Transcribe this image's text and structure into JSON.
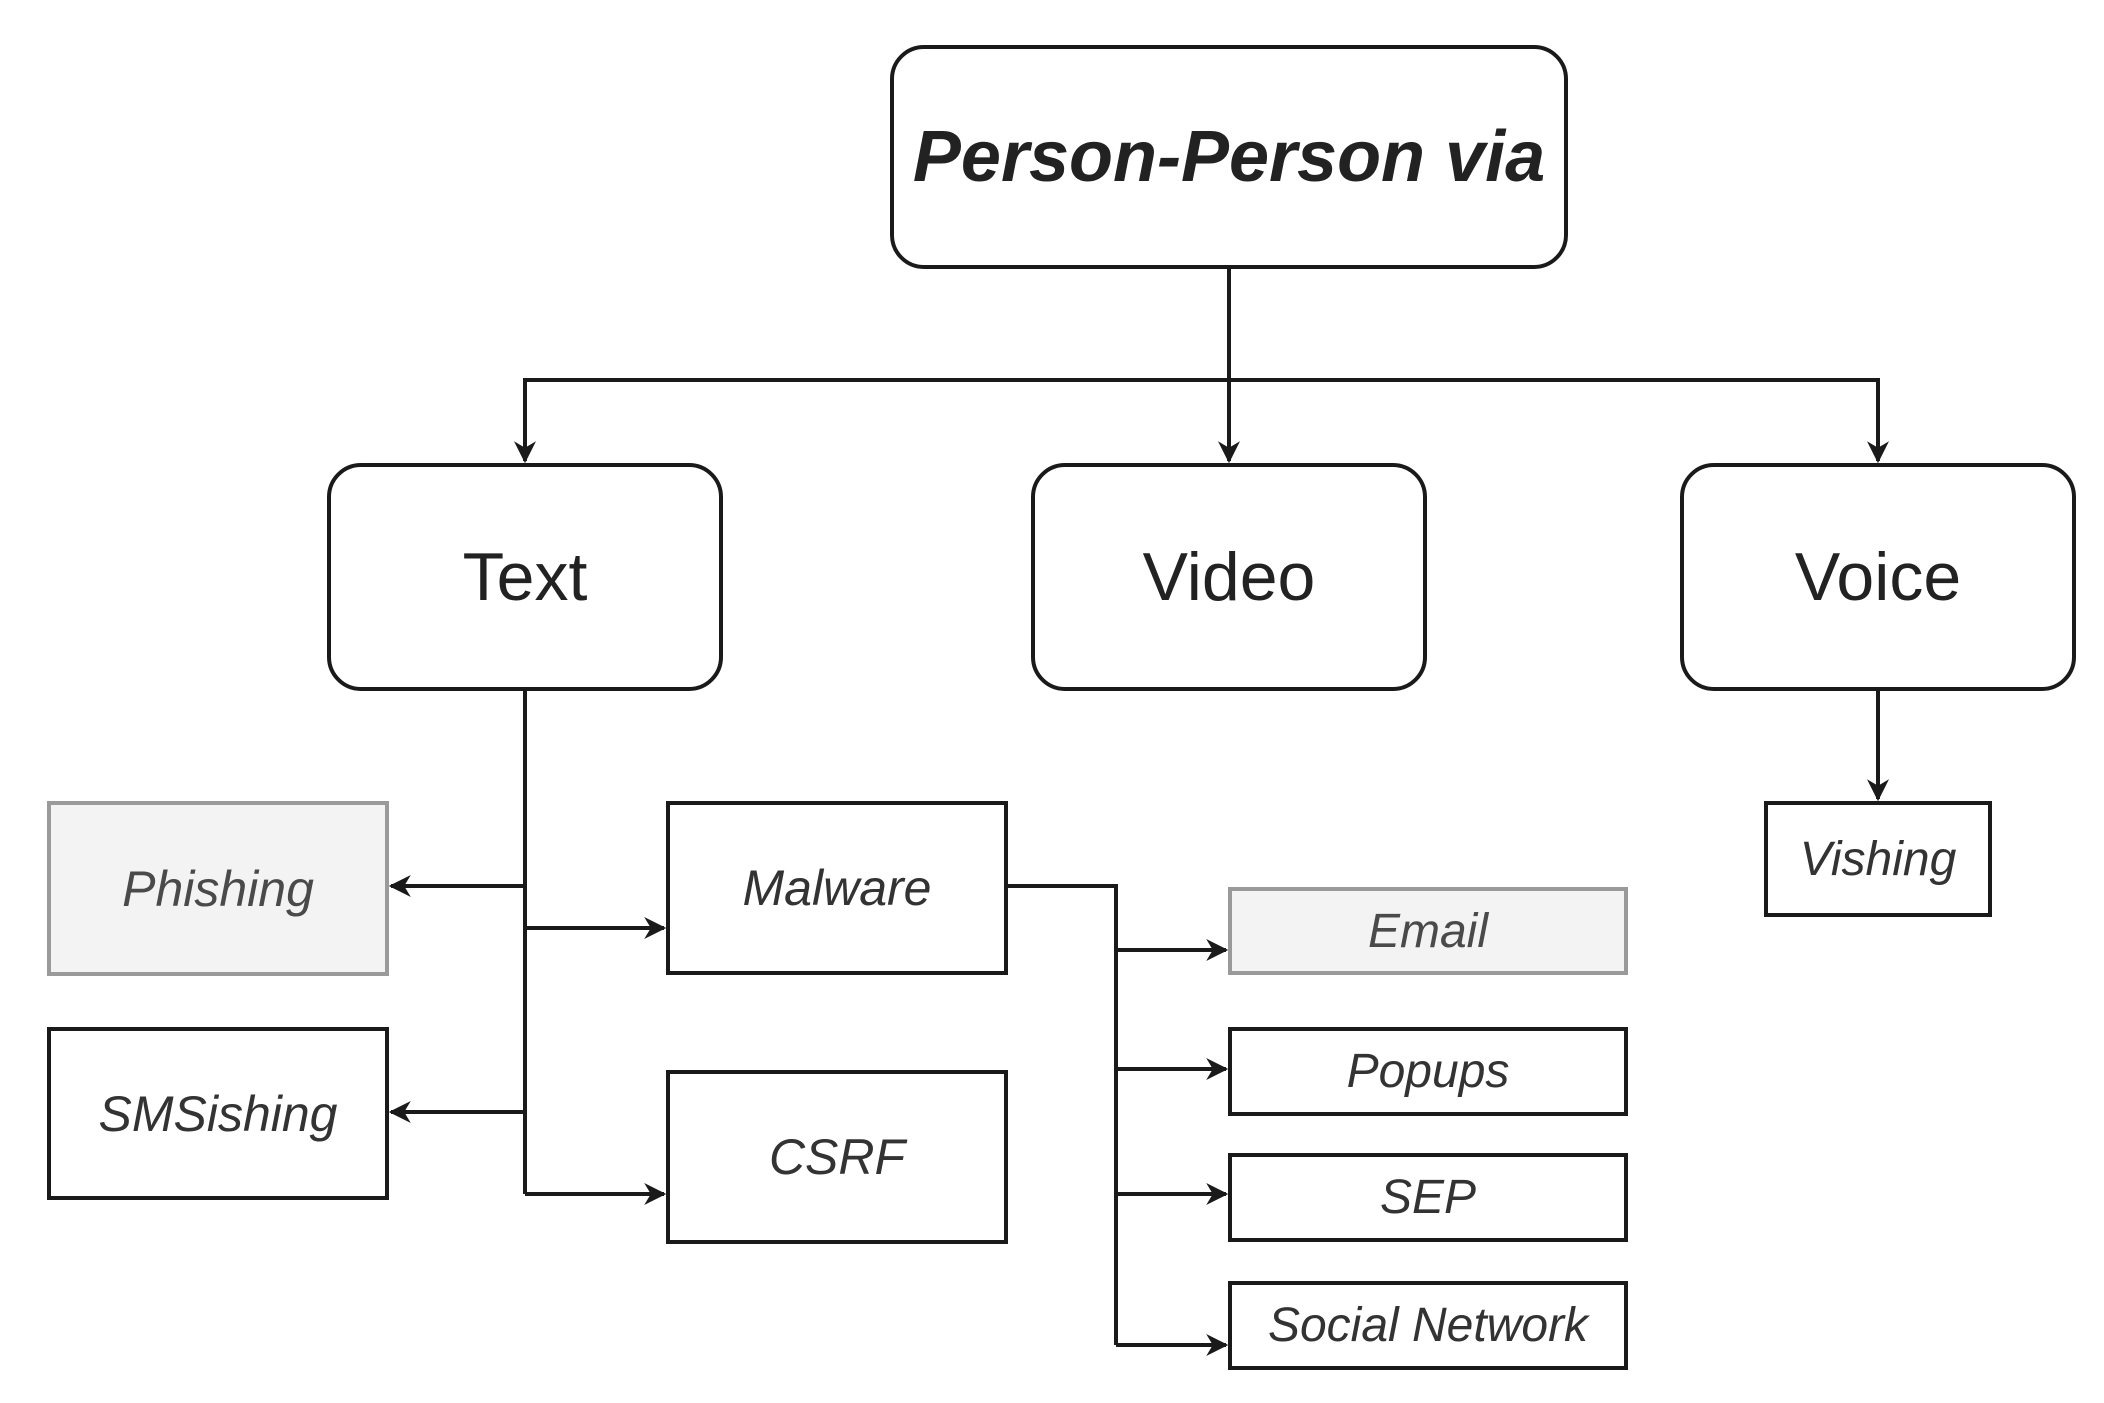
{
  "diagram": {
    "root": {
      "label": "Person-Person via"
    },
    "categories": {
      "text": {
        "label": "Text"
      },
      "video": {
        "label": "Video"
      },
      "voice": {
        "label": "Voice"
      }
    },
    "text_children": {
      "phishing": {
        "label": "Phishing"
      },
      "smsishing": {
        "label": "SMSishing"
      },
      "malware": {
        "label": "Malware"
      },
      "csrf": {
        "label": "CSRF"
      }
    },
    "malware_children": {
      "email": {
        "label": "Email"
      },
      "popups": {
        "label": "Popups"
      },
      "sep": {
        "label": "SEP"
      },
      "social_network": {
        "label": "Social Network"
      }
    },
    "voice_children": {
      "vishing": {
        "label": "Vishing"
      }
    },
    "edges": [
      {
        "from": "Person-Person via",
        "to": "Text"
      },
      {
        "from": "Person-Person via",
        "to": "Video"
      },
      {
        "from": "Person-Person via",
        "to": "Voice"
      },
      {
        "from": "Text",
        "to": "Phishing"
      },
      {
        "from": "Text",
        "to": "SMSishing"
      },
      {
        "from": "Text",
        "to": "Malware"
      },
      {
        "from": "Text",
        "to": "CSRF"
      },
      {
        "from": "Malware",
        "to": "Email"
      },
      {
        "from": "Malware",
        "to": "Popups"
      },
      {
        "from": "Malware",
        "to": "SEP"
      },
      {
        "from": "Malware",
        "to": "Social Network"
      },
      {
        "from": "Voice",
        "to": "Vishing"
      }
    ],
    "colors": {
      "stroke": "#1a1a1a",
      "muted_border": "#9a9a9a",
      "muted_fill": "#f3f3f3",
      "text": "#222222"
    }
  }
}
